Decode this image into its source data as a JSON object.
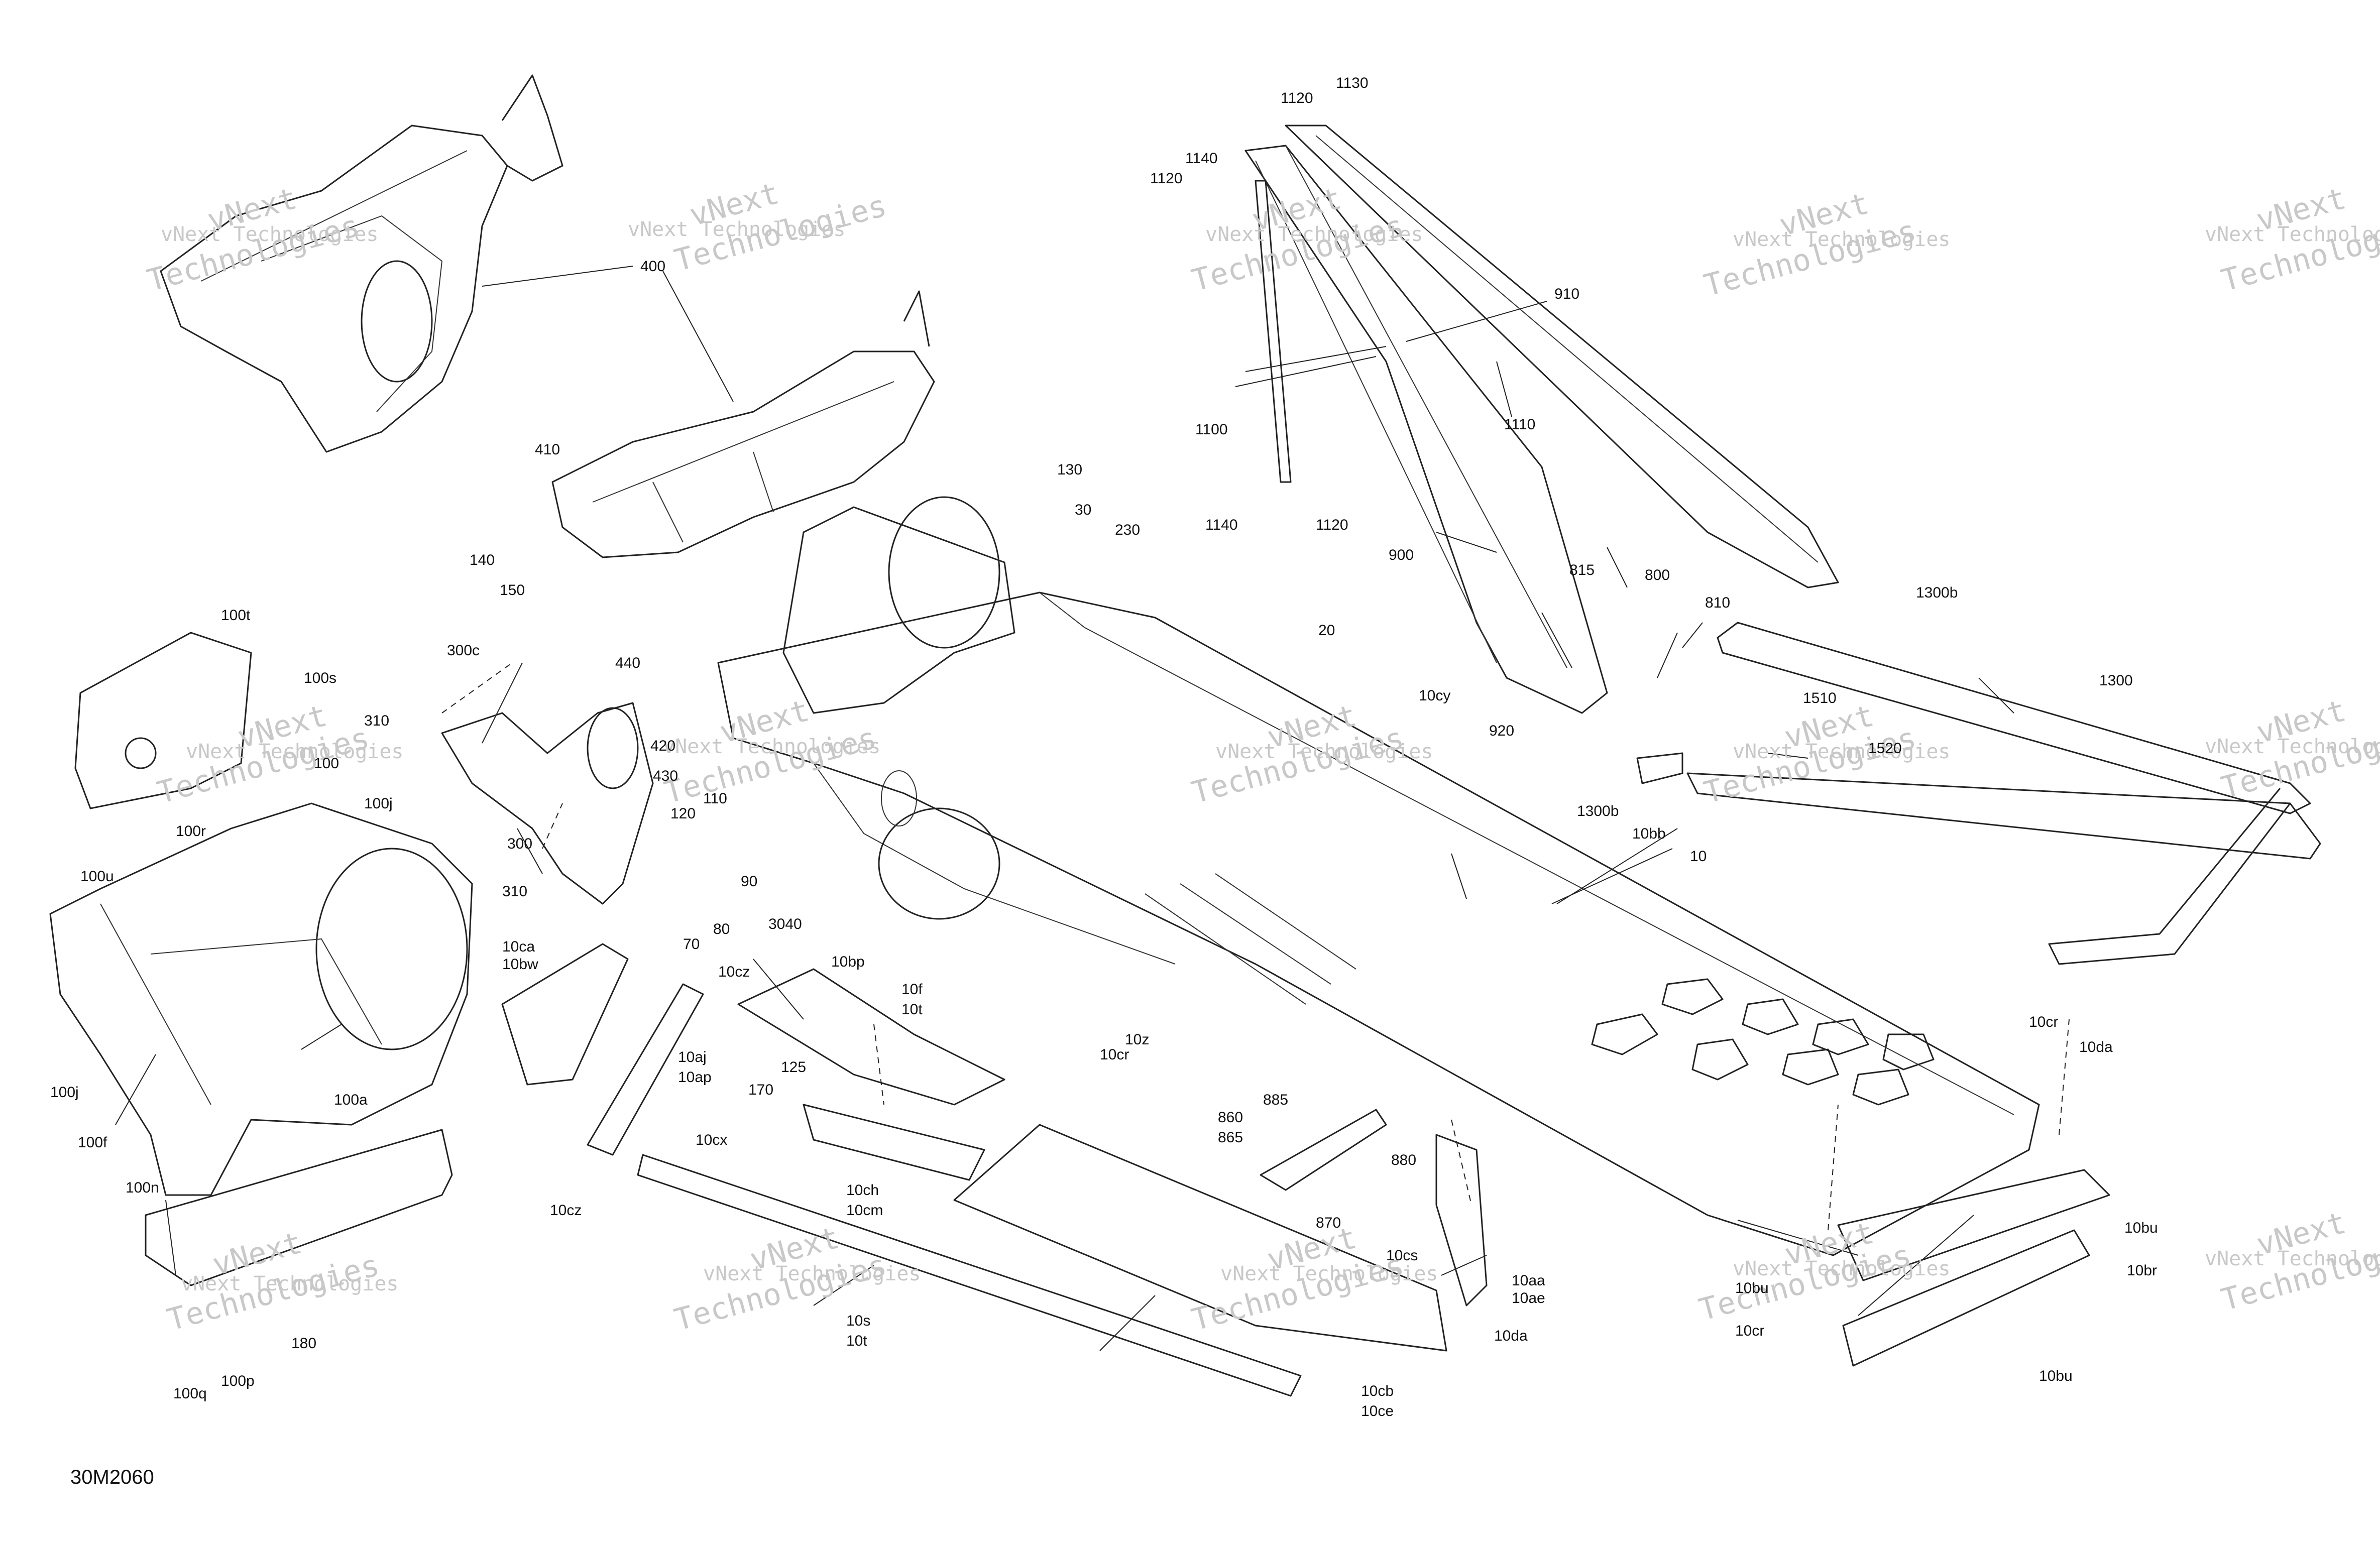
{
  "diagram_code": "30M2060",
  "watermark": {
    "line1": "vNext",
    "line2": "Technologies",
    "line3": "vNext Technologies"
  },
  "callouts": [
    {
      "id": "1130",
      "text": "1130"
    },
    {
      "id": "1120a",
      "text": "1120"
    },
    {
      "id": "1140a",
      "text": "1140"
    },
    {
      "id": "1120b",
      "text": "1120"
    },
    {
      "id": "910",
      "text": "910"
    },
    {
      "id": "1110",
      "text": "1110"
    },
    {
      "id": "1100",
      "text": "1100"
    },
    {
      "id": "1140b",
      "text": "1140"
    },
    {
      "id": "1120c",
      "text": "1120"
    },
    {
      "id": "900",
      "text": "900"
    },
    {
      "id": "815",
      "text": "815"
    },
    {
      "id": "800",
      "text": "800"
    },
    {
      "id": "810",
      "text": "810"
    },
    {
      "id": "920",
      "text": "920"
    },
    {
      "id": "1300b_a",
      "text": "1300b"
    },
    {
      "id": "1300",
      "text": "1300"
    },
    {
      "id": "1510",
      "text": "1510"
    },
    {
      "id": "1520",
      "text": "1520"
    },
    {
      "id": "1300b_b",
      "text": "1300b"
    },
    {
      "id": "10cy",
      "text": "10cy"
    },
    {
      "id": "20",
      "text": "20"
    },
    {
      "id": "10bb",
      "text": "10bb"
    },
    {
      "id": "10",
      "text": "10"
    },
    {
      "id": "400",
      "text": "400"
    },
    {
      "id": "410",
      "text": "410"
    },
    {
      "id": "130",
      "text": "130"
    },
    {
      "id": "30",
      "text": "30"
    },
    {
      "id": "230",
      "text": "230"
    },
    {
      "id": "140",
      "text": "140"
    },
    {
      "id": "150",
      "text": "150"
    },
    {
      "id": "300c",
      "text": "300c"
    },
    {
      "id": "440",
      "text": "440"
    },
    {
      "id": "420",
      "text": "420"
    },
    {
      "id": "430",
      "text": "430"
    },
    {
      "id": "110",
      "text": "110"
    },
    {
      "id": "120",
      "text": "120"
    },
    {
      "id": "90",
      "text": "90"
    },
    {
      "id": "80",
      "text": "80"
    },
    {
      "id": "70",
      "text": "70"
    },
    {
      "id": "3040",
      "text": "3040"
    },
    {
      "id": "310a",
      "text": "310"
    },
    {
      "id": "300",
      "text": "300"
    },
    {
      "id": "310b",
      "text": "310"
    },
    {
      "id": "100t",
      "text": "100t"
    },
    {
      "id": "100s",
      "text": "100s"
    },
    {
      "id": "100",
      "text": "100"
    },
    {
      "id": "100j_a",
      "text": "100j"
    },
    {
      "id": "100r",
      "text": "100r"
    },
    {
      "id": "100u",
      "text": "100u"
    },
    {
      "id": "100j_b",
      "text": "100j"
    },
    {
      "id": "100f",
      "text": "100f"
    },
    {
      "id": "100a",
      "text": "100a"
    },
    {
      "id": "100n",
      "text": "100n"
    },
    {
      "id": "180",
      "text": "180"
    },
    {
      "id": "100q",
      "text": "100q"
    },
    {
      "id": "100p",
      "text": "100p"
    },
    {
      "id": "10ca",
      "text": "10ca"
    },
    {
      "id": "10bw",
      "text": "10bw"
    },
    {
      "id": "10cz_a",
      "text": "10cz"
    },
    {
      "id": "10bp",
      "text": "10bp"
    },
    {
      "id": "10f_a",
      "text": "10f"
    },
    {
      "id": "10t_a",
      "text": "10t"
    },
    {
      "id": "10z",
      "text": "10z"
    },
    {
      "id": "10cr_a",
      "text": "10cr"
    },
    {
      "id": "10aj",
      "text": "10aj"
    },
    {
      "id": "10ap",
      "text": "10ap"
    },
    {
      "id": "170",
      "text": "170"
    },
    {
      "id": "125",
      "text": "125"
    },
    {
      "id": "10cx",
      "text": "10cx"
    },
    {
      "id": "10cz_b",
      "text": "10cz"
    },
    {
      "id": "10ch",
      "text": "10ch"
    },
    {
      "id": "10cm",
      "text": "10cm"
    },
    {
      "id": "885",
      "text": "885"
    },
    {
      "id": "860",
      "text": "860"
    },
    {
      "id": "865",
      "text": "865"
    },
    {
      "id": "880",
      "text": "880"
    },
    {
      "id": "870",
      "text": "870"
    },
    {
      "id": "10cs",
      "text": "10cs"
    },
    {
      "id": "10aa",
      "text": "10aa"
    },
    {
      "id": "10ae",
      "text": "10ae"
    },
    {
      "id": "10da_a",
      "text": "10da"
    },
    {
      "id": "10cb",
      "text": "10cb"
    },
    {
      "id": "10ce",
      "text": "10ce"
    },
    {
      "id": "10s",
      "text": "10s"
    },
    {
      "id": "10t_b",
      "text": "10t"
    },
    {
      "id": "10cr_b",
      "text": "10cr"
    },
    {
      "id": "10da_b",
      "text": "10da"
    },
    {
      "id": "10bu_a",
      "text": "10bu"
    },
    {
      "id": "10br",
      "text": "10br"
    },
    {
      "id": "10bu_b",
      "text": "10bu"
    },
    {
      "id": "10cr_c",
      "text": "10cr"
    },
    {
      "id": "10bu_c",
      "text": "10bu"
    }
  ]
}
